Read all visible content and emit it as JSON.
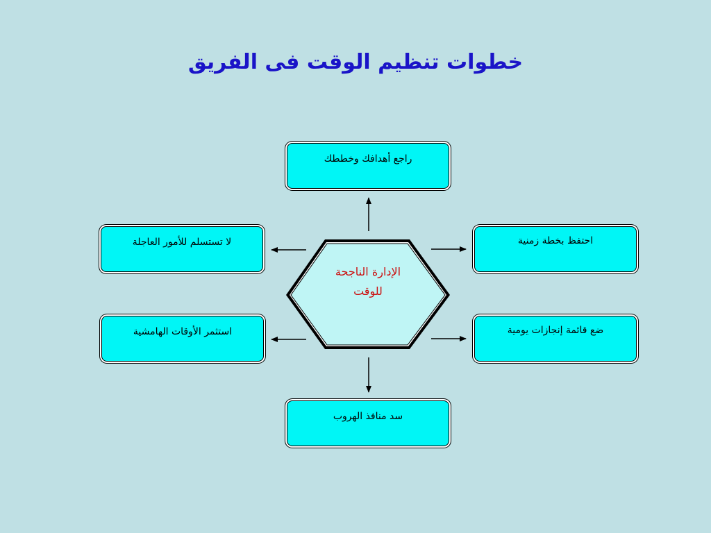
{
  "title": "خطوات تنظيم الوقت فى الفريق",
  "center": {
    "line1": "الإدارة الناجحة",
    "line2": "للوقت"
  },
  "nodes": {
    "top": "راجع أهدافك وخططك",
    "left1": "لا تستسلم للأمور العاجلة",
    "right1": "احتفظ بخطة زمنية",
    "left2": "استثمر الأوقات الهامشية",
    "right2": "ضع قائمة إنجازات يومية",
    "bottom": "سد منافذ الهروب"
  },
  "colors": {
    "background": "#bfe0e4",
    "title": "#1a14c8",
    "box_fill": "#00f6f6",
    "center_text": "#cc1010"
  }
}
